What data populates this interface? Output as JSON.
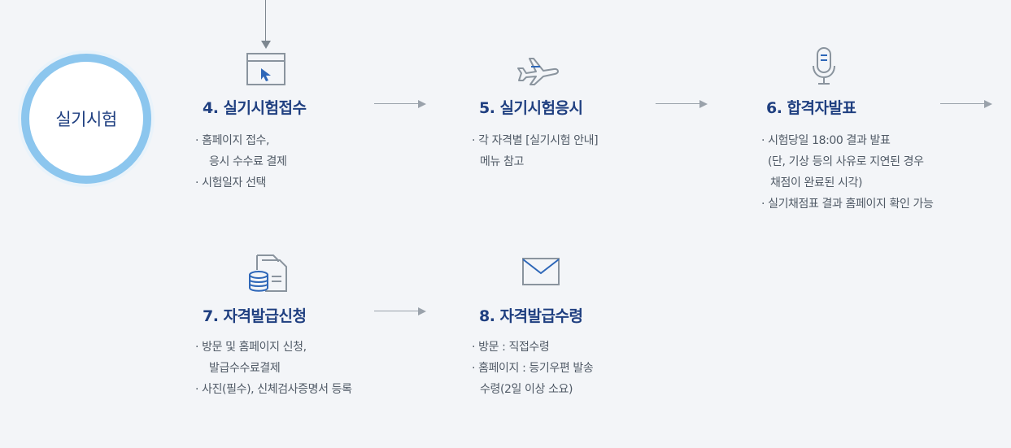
{
  "circle": {
    "label": "실기시험"
  },
  "steps": [
    {
      "title": "4. 실기시험접수",
      "icon": "calendar-pointer-icon",
      "desc": [
        "· 홈페이지 접수,",
        "  응시 수수료 결제",
        "· 시험일자 선택"
      ]
    },
    {
      "title": "5. 실기시험응시",
      "icon": "airplane-icon",
      "desc": [
        "· 각 자격별 [실기시험 안내]",
        "  메뉴 참고"
      ]
    },
    {
      "title": "6. 합격자발표",
      "icon": "microphone-icon",
      "desc": [
        "· 시험당일 18:00 결과 발표",
        "  (단, 기상 등의 사유로 지연된 경우",
        "   채점이 완료된 시각)",
        "· 실기채점표 결과 홈페이지 확인 가능"
      ]
    },
    {
      "title": "7. 자격발급신청",
      "icon": "database-document-icon",
      "desc": [
        "· 방문 및 홈페이지 신청,",
        "  발급수수료결제",
        "· 사진(필수), 신체검사증명서 등록"
      ]
    },
    {
      "title": "8. 자격발급수령",
      "icon": "envelope-icon",
      "desc": [
        "· 방문 : 직접수령",
        "· 홈페이지 : 등기우편 발송",
        "  수령(2일 이상 소요)"
      ]
    }
  ],
  "colors": {
    "title": "#1f3f80",
    "circle_border": "#8cc6ee",
    "text": "#505a66",
    "arrow": "#9aa2ab",
    "background": "#f3f5f8"
  }
}
